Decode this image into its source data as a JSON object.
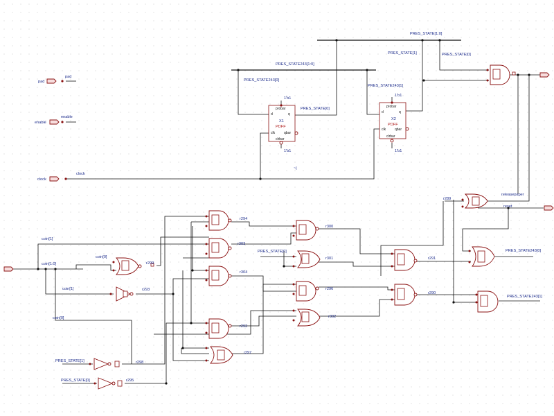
{
  "ports": {
    "pad": "pad",
    "enable": "enable",
    "clock": "clock"
  },
  "ff1": {
    "ref": "X1",
    "type": "PDFF",
    "probar": "probar",
    "d": "d",
    "q": "q",
    "clk": "clk",
    "qbar": "qbar",
    "clrbar": "clrbar",
    "tie_top": "1'b1",
    "tie_bot": "1'b1"
  },
  "ff2": {
    "ref": "X2",
    "type": "PDFF",
    "probar": "probar",
    "d": "d",
    "q": "q",
    "clk": "clk",
    "qbar": "qbar",
    "clrbar": "clrbar",
    "tie_top": "1'b1",
    "tie_bot": "1'b1"
  },
  "nets": {
    "pres_state": "PRES_STATE[1:0]",
    "pres_state_1": "PRES_STATE[1]",
    "pres_state_0": "PRES_STATE[0]",
    "pres_state243": "PRES_STATE243[1:0]",
    "pres_state243_0": "PRES_STATE243[0]",
    "pres_state243_1": "PRES_STATE243[1]",
    "clock": "clock",
    "coin_bus": "coin[1:0]",
    "coin_1": "coin[1]",
    "coin_0": "coin[0]",
    "tick": "~|",
    "releasepaper": "releasepaper",
    "reset": "reset"
  },
  "labels": {
    "q_x1": "PRES_STATE[0]",
    "pres_state_1_in": "PRES_STATE[1]",
    "pres_state_0_in": "PRES_STATE[0]",
    "pres_state_0_mid": "PRES_STATE[0]",
    "coin1_top": "coin[1]",
    "coin1_mid": "coin[1]",
    "coin0_a": "coin[0]",
    "coin0_b": "coin[0]",
    "out_243_0": "PRES_STATE243[0]",
    "out_243_1": "PRES_STATE243[1]"
  },
  "instances": {
    "r289": "r289",
    "r294": "r294",
    "r300": "r300",
    "r303": "r303",
    "r301": "r301",
    "r291": "r291",
    "r299": "r299",
    "r293": "r293",
    "r304": "r304",
    "r296": "r296",
    "r290": "r290",
    "r302": "r302",
    "r292": "r292",
    "r297": "r297",
    "r298": "r298",
    "r295": "r295"
  }
}
